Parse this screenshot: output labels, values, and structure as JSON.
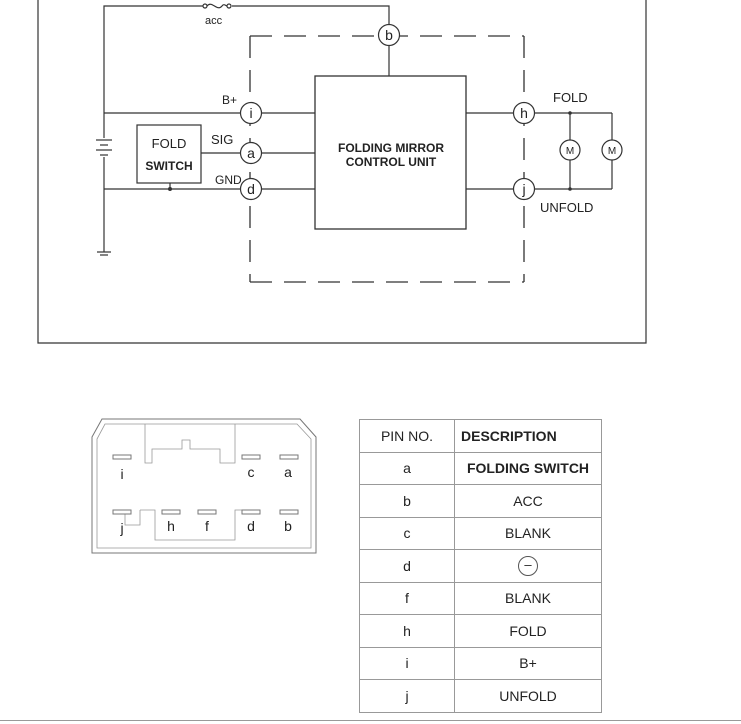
{
  "schematic": {
    "acc_label": "acc",
    "pin_labels": {
      "b": "b",
      "i": "i",
      "a": "a",
      "d": "d",
      "h": "h",
      "j": "j"
    },
    "bplus_label": "B+",
    "sig_label": "SIG",
    "gnd_label": "GND",
    "switch_line1": "FOLD",
    "switch_line2": "SWITCH",
    "unit_line1": "FOLDING MIRROR",
    "unit_line2": "CONTROL UNIT",
    "fold_label": "FOLD",
    "unfold_label": "UNFOLD",
    "motor_label": "M"
  },
  "connector": {
    "top_pins": [
      "i",
      "c",
      "a"
    ],
    "bottom_pins": [
      "j",
      "h",
      "f",
      "d",
      "b"
    ]
  },
  "pin_table": {
    "headers": [
      "PIN NO.",
      "DESCRIPTION"
    ],
    "rows": [
      {
        "pin": "a",
        "desc": "FOLDING SWITCH"
      },
      {
        "pin": "b",
        "desc": "ACC"
      },
      {
        "pin": "c",
        "desc": "BLANK"
      },
      {
        "pin": "d",
        "desc": "–"
      },
      {
        "pin": "f",
        "desc": "BLANK"
      },
      {
        "pin": "h",
        "desc": "FOLD"
      },
      {
        "pin": "i",
        "desc": "B+"
      },
      {
        "pin": "j",
        "desc": "UNFOLD"
      }
    ]
  }
}
